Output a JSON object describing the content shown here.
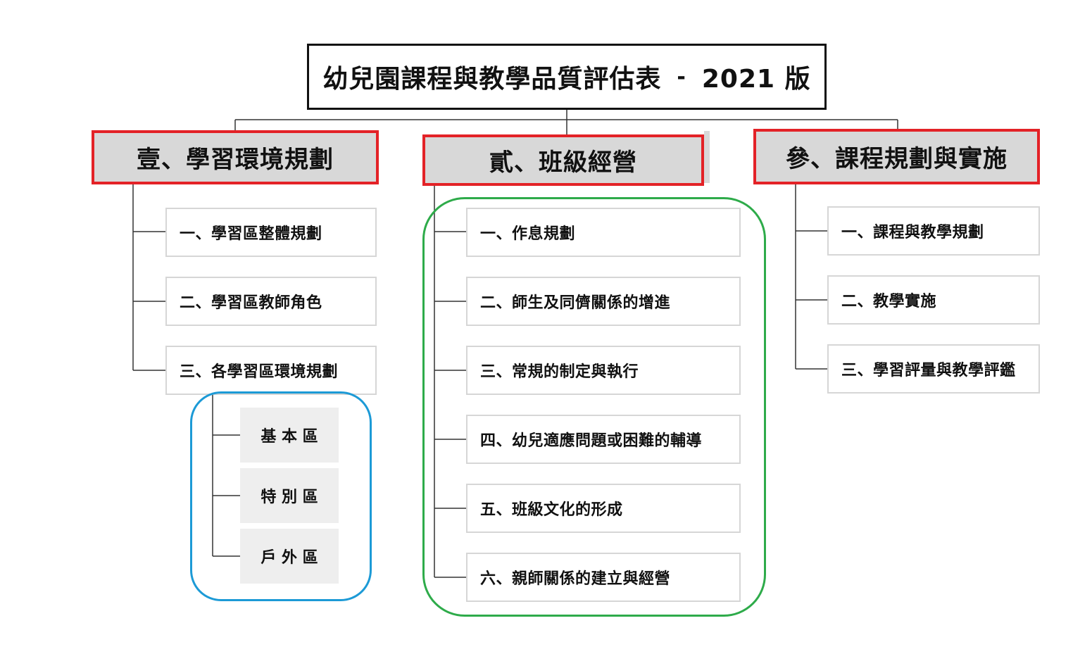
{
  "title": {
    "main": "幼兒園課程與教學品質評估表",
    "separator": "-",
    "version": "2021 版"
  },
  "sections": [
    {
      "label": "壹、學習環境規劃",
      "items": [
        "一、學習區整體規劃",
        "二、學習區教師角色",
        "三、各學習區環境規劃"
      ],
      "zones": [
        "基 本 區",
        "特 別 區",
        "戶 外 區"
      ]
    },
    {
      "label": "貳、班級經營",
      "items": [
        "一、作息規劃",
        "二、師生及同儕關係的增進",
        "三、常規的制定與執行",
        "四、幼兒適應問題或困難的輔導",
        "五、班級文化的形成",
        "六、親師關係的建立與經營"
      ]
    },
    {
      "label": "參、課程規劃與實施",
      "items": [
        "一、課程與教學規劃",
        "二、教學實施",
        "三、學習評量與教學評鑑"
      ]
    }
  ],
  "colors": {
    "section_border": "#e32227",
    "section_fill": "#d8d8d8",
    "group_blue": "#1c9ad6",
    "group_green": "#2eab4a",
    "line": "#333333"
  }
}
